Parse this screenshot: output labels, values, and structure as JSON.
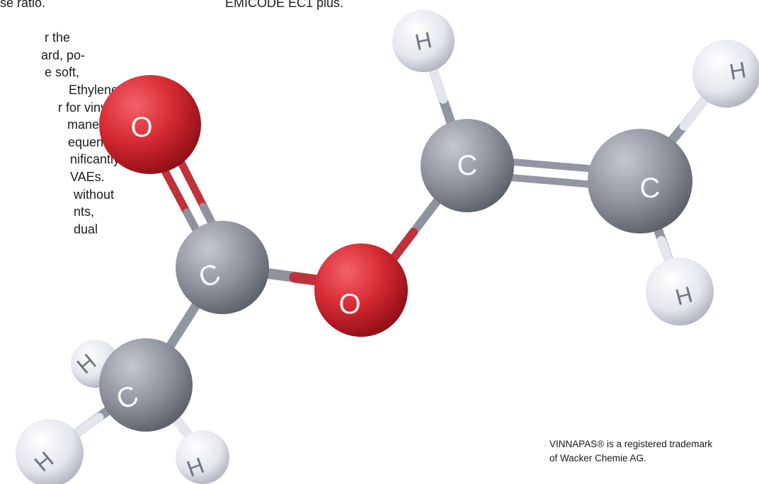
{
  "top_text": "EMICODE EC1 plus.",
  "left_text_lines": [
    "se ratio.",
    "",
    "r the",
    "ard, po-",
    "e soft,",
    "Ethylene",
    "r for vinyl",
    "manent",
    "equently,",
    "nificantly",
    "VAEs.",
    " without",
    "nts,",
    "dual"
  ],
  "atoms": {
    "o1": "O",
    "o2": "O",
    "c1": "C",
    "c2": "C",
    "c3": "C",
    "c4": "C",
    "h1": "H",
    "h2": "H",
    "h3": "H",
    "h4": "H",
    "h5": "H",
    "h6": "H"
  },
  "trademark": {
    "line1": "VINNAPAS® is a registered trademark",
    "line2": "of Wacker Chemie AG."
  },
  "colors": {
    "oxygen": "#d62b33",
    "carbon": "#8e939e",
    "hydrogen": "#e4e6ee",
    "bond": "#9097a2"
  }
}
